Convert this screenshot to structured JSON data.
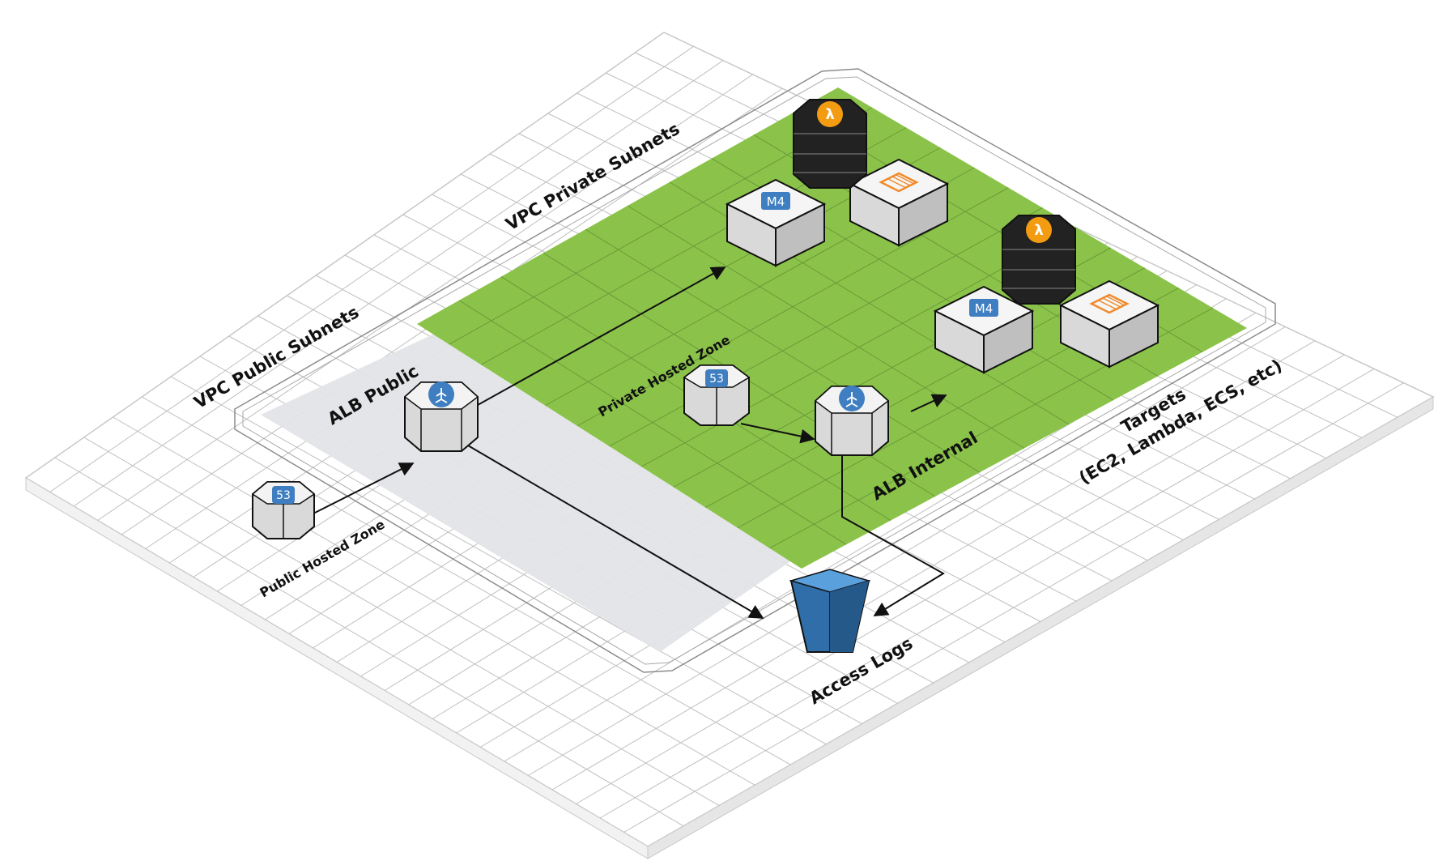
{
  "title": "",
  "labels": {
    "vpc_public_subnets": "VPC Public Subnets",
    "vpc_private_subnets": "VPC Private Subnets",
    "alb_public": "ALB Public",
    "alb_internal": "ALB Internal",
    "public_hosted_zone": "Public Hosted Zone",
    "private_hosted_zone": "Private Hosted Zone",
    "targets_line1": "Targets",
    "targets_line2": "(EC2, Lambda, ECS, etc)",
    "access_logs": "Access Logs",
    "route53_badge": "53",
    "ec2_badge": "M4",
    "lambda_badge": "λ"
  },
  "icons": [
    "route53-icon",
    "alb-icon",
    "ec2-m4-icon",
    "ecs-container-icon",
    "lambda-icon",
    "s3-bucket-icon"
  ],
  "colors": {
    "grid_line": "#bfbfbf",
    "private_subnet_fill": "#8bc34a",
    "public_subnet_fill": "#e2e3e6",
    "aws_blue": "#3f7fc1",
    "lambda_orange": "#f39c12",
    "s3_blue": "#2f6ea8",
    "ecs_orange": "#f08a2c",
    "arrow": "#111111"
  }
}
